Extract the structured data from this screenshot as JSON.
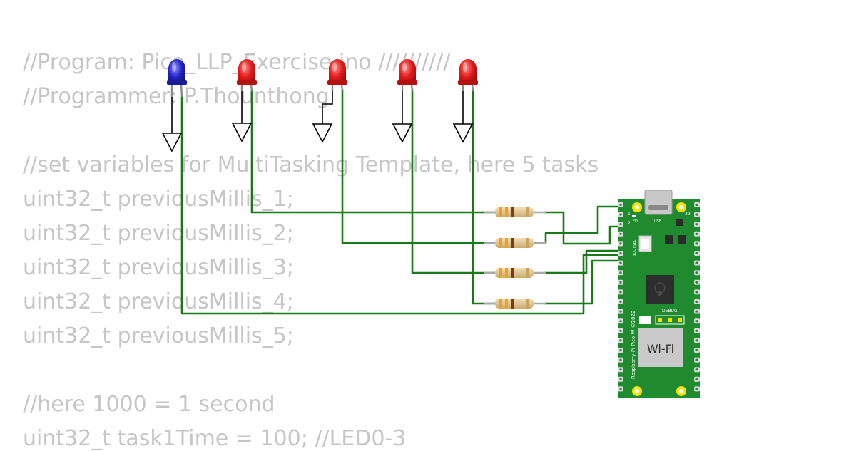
{
  "code_lines": [
    "//Program: Pico_LLP_Exercise.ino //////////",
    "//Programmer: P.Thounthong",
    "",
    "//set variables for MultiTasking Template, here 5 tasks",
    "uint32_t previousMillis_1;",
    "uint32_t previousMillis_2;",
    "uint32_t previousMillis_3;",
    "uint32_t previousMillis_4;",
    "uint32_t previousMillis_5;",
    "",
    "//here 1000 = 1 second",
    "uint32_t task1Time = 100; //LED0-3"
  ],
  "board": {
    "name": "Raspberry Pi Pico W ©2022",
    "wifi_label": "Wi-Fi",
    "debug_label": "DEBUG",
    "led_label": "LED",
    "usb_label": "USB",
    "bootsel_label": "BOOTSEL",
    "pin1_label": "1",
    "pin2_label": "2",
    "pin40_label": "39"
  },
  "colors": {
    "wire": "#1a7a1a",
    "led_red": "#e21b1b",
    "led_blue": "#2323c8",
    "board_green": "#1f8a2e",
    "resistor_body": "#d9c290"
  },
  "leds": [
    {
      "name": "led-blue",
      "color": "blue"
    },
    {
      "name": "led-red-1",
      "color": "red"
    },
    {
      "name": "led-red-2",
      "color": "red"
    },
    {
      "name": "led-red-3",
      "color": "red"
    },
    {
      "name": "led-red-4",
      "color": "red"
    }
  ],
  "resistors": [
    {
      "name": "resistor-1"
    },
    {
      "name": "resistor-2"
    },
    {
      "name": "resistor-3"
    },
    {
      "name": "resistor-4"
    }
  ]
}
